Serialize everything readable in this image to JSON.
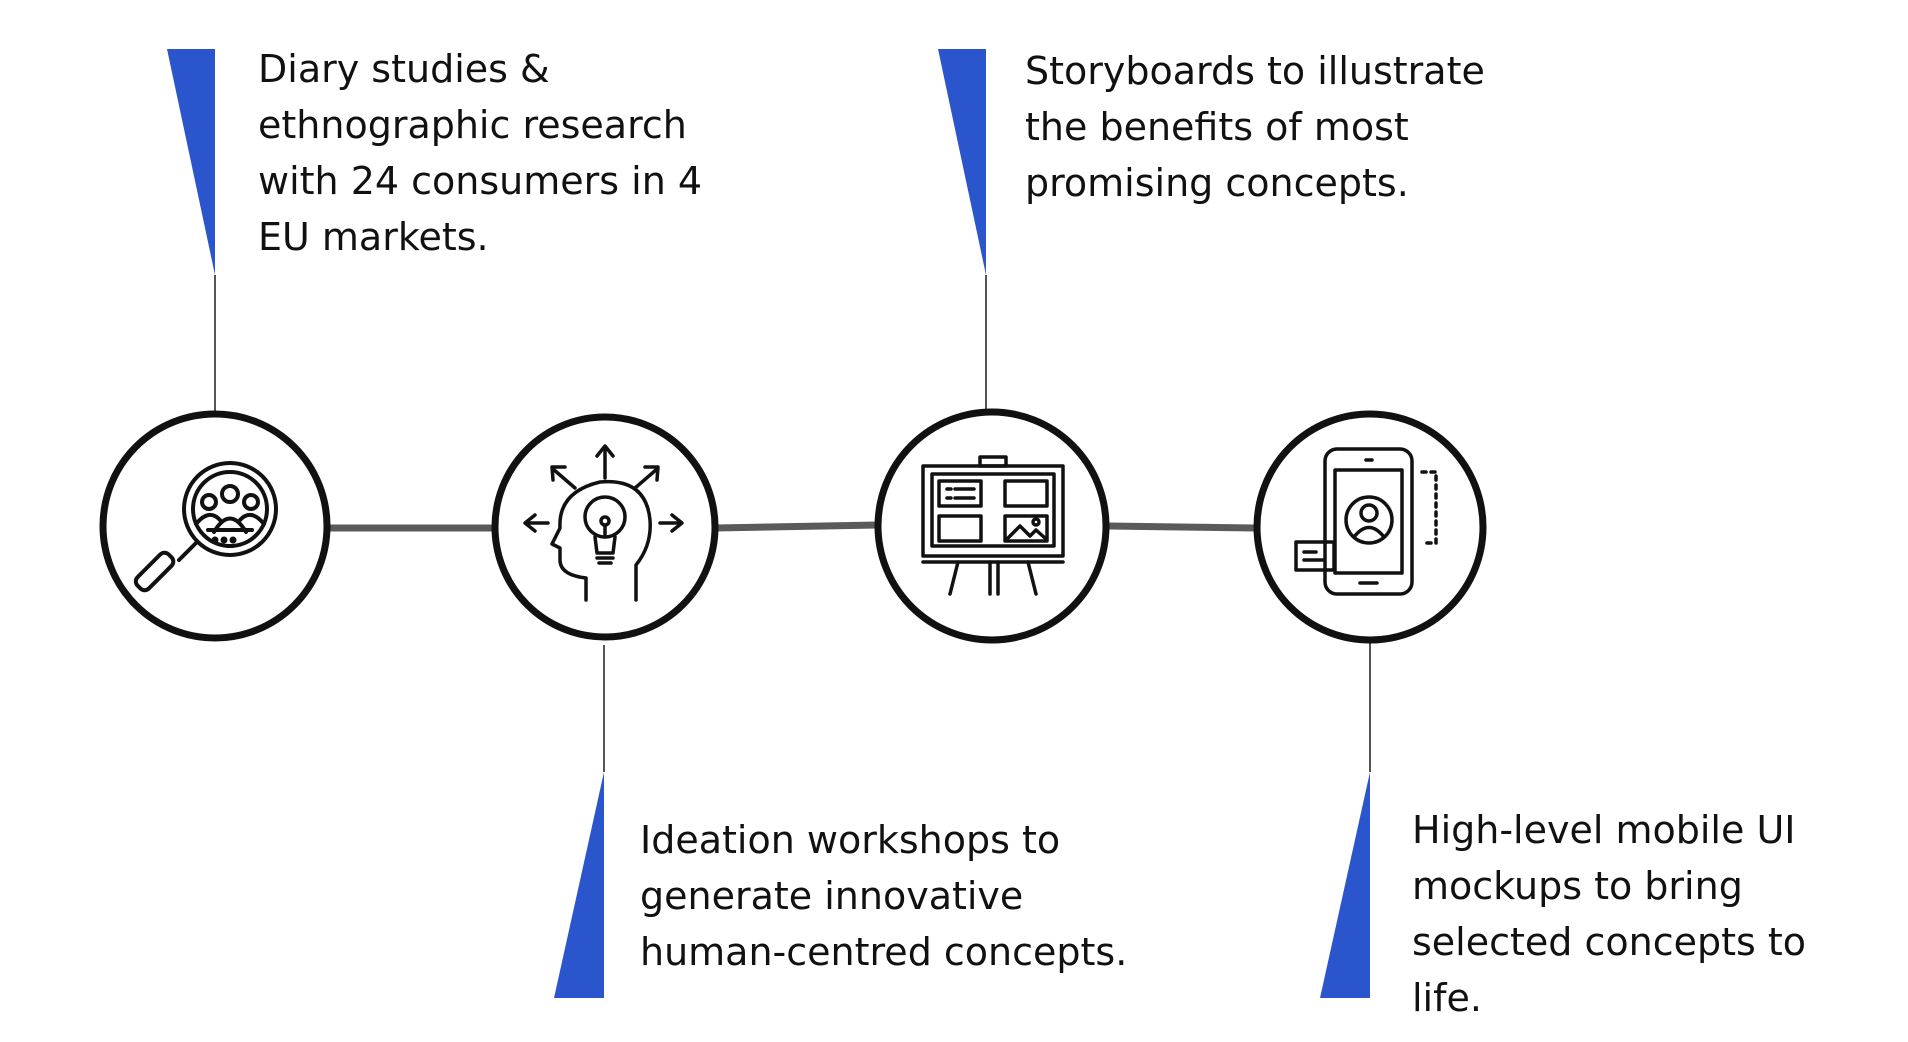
{
  "steps": [
    {
      "icon": "magnifier-people-icon",
      "text": "Diary studies &\nethnographic research\nwith 24 consumers in 4\nEU markets."
    },
    {
      "icon": "head-lightbulb-icon",
      "text": "Ideation workshops to\ngenerate innovative\nhuman-centred concepts."
    },
    {
      "icon": "storyboard-easel-icon",
      "text": "Storyboards to illustrate\nthe benefits of most\npromising concepts."
    },
    {
      "icon": "mobile-profile-icon",
      "text": "High-level mobile UI\nmockups to bring\nselected concepts to\nlife."
    }
  ],
  "colors": {
    "accent": "#2a55cc",
    "connector": "#5a5a5a",
    "outline": "#111111"
  }
}
